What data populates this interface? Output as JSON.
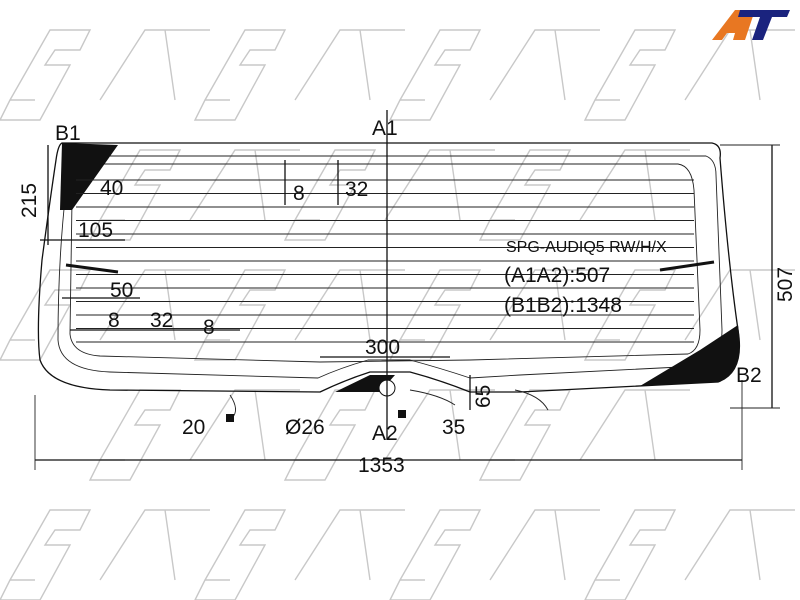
{
  "logo": {
    "text": "AT",
    "colors": {
      "a": "#e87722",
      "t": "#1a237e"
    }
  },
  "part": {
    "code": "SPG-AUDIQ5 RW/H/X",
    "a1a2": "(A1A2):507",
    "b1b2": "(B1B2):1348"
  },
  "points": {
    "a1": "A1",
    "a2": "A2",
    "b1": "B1",
    "b2": "B2"
  },
  "dimensions": {
    "d215": "215",
    "d40": "40",
    "d105": "105",
    "d50": "50",
    "d8a": "8",
    "d32a": "32",
    "d8b": "8",
    "d8c": "8",
    "d32b": "32",
    "d300": "300",
    "d65": "65",
    "d20": "20",
    "d26": "Ø26",
    "d35": "35",
    "d1353": "1353",
    "d507": "507"
  },
  "watermark": {
    "text": "SAT",
    "color": "#c8c8c8"
  }
}
